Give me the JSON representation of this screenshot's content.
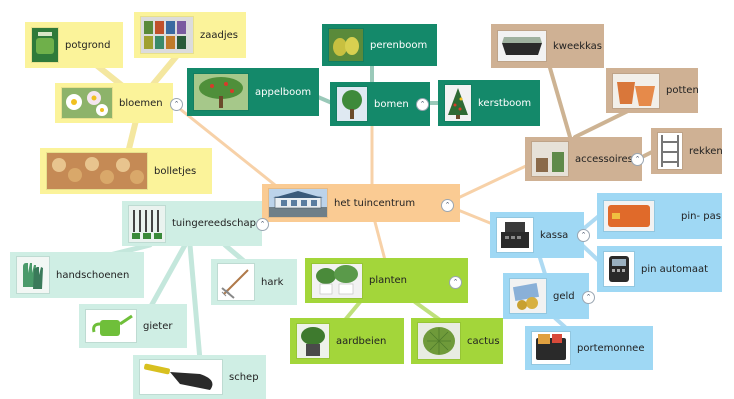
{
  "colors": {
    "central": "#FACB93",
    "yellow": "#FBF39A",
    "dark_green": "#14896A",
    "brown": "#CFB194",
    "blue": "#9FD8F4",
    "mint": "#CFEEE4",
    "lime": "#A3D63A",
    "link_yellow": "#F4E7A0",
    "link_central": "#F7D1A8",
    "link_green": "#9AC9B9",
    "link_brown": "#CDB393",
    "link_blue": "#AEDAF2",
    "link_mint": "#C4E7DC",
    "link_lime": "#BFE07C"
  },
  "toggle_glyph": "⌃",
  "nodes": {
    "het_tuincentrum": {
      "label": "het tuincentrum",
      "icon": "garden-center-icon"
    },
    "bloemen": {
      "label": "bloemen",
      "icon": "daisy-flowers-icon"
    },
    "potgrond": {
      "label": "potgrond",
      "icon": "potting-soil-bag-icon"
    },
    "zaadjes": {
      "label": "zaadjes",
      "icon": "seed-packets-icon"
    },
    "bolletjes": {
      "label": "bolletjes",
      "icon": "flower-bulbs-icon"
    },
    "bomen": {
      "label": "bomen",
      "icon": "tree-icon"
    },
    "perenboom": {
      "label": "perenboom",
      "icon": "pears-icon"
    },
    "appelboom": {
      "label": "appelboom",
      "icon": "apple-tree-icon"
    },
    "kerstboom": {
      "label": "kerstboom",
      "icon": "christmas-tree-icon"
    },
    "accessoires": {
      "label": "accessoires",
      "icon": "garden-accessories-icon"
    },
    "kweekkas": {
      "label": "kweekkas",
      "icon": "seed-tray-icon"
    },
    "potten": {
      "label": "potten",
      "icon": "flower-pots-icon"
    },
    "rekken": {
      "label": "rekken",
      "icon": "shelf-rack-icon"
    },
    "tuingereedschap": {
      "label": "tuingereedschap",
      "icon": "garden-tools-icon"
    },
    "handschoenen": {
      "label": "handschoenen",
      "icon": "gloves-icon"
    },
    "hark": {
      "label": "hark",
      "icon": "rake-icon"
    },
    "gieter": {
      "label": "gieter",
      "icon": "watering-can-icon"
    },
    "schep": {
      "label": "schep",
      "icon": "trowel-icon"
    },
    "planten": {
      "label": "planten",
      "icon": "potted-plants-icon"
    },
    "aardbeien": {
      "label": "aardbeien",
      "icon": "strawberry-plant-icon"
    },
    "cactus": {
      "label": "cactus",
      "icon": "cactus-icon"
    },
    "kassa": {
      "label": "kassa",
      "icon": "cash-register-icon"
    },
    "pin_pas": {
      "label": "pin- pas",
      "icon": "bank-card-icon"
    },
    "pin_automaat": {
      "label": "pin automaat",
      "icon": "card-terminal-icon"
    },
    "geld": {
      "label": "geld",
      "icon": "money-icon"
    },
    "portemonnee": {
      "label": "portemonnee",
      "icon": "wallet-icon"
    }
  }
}
